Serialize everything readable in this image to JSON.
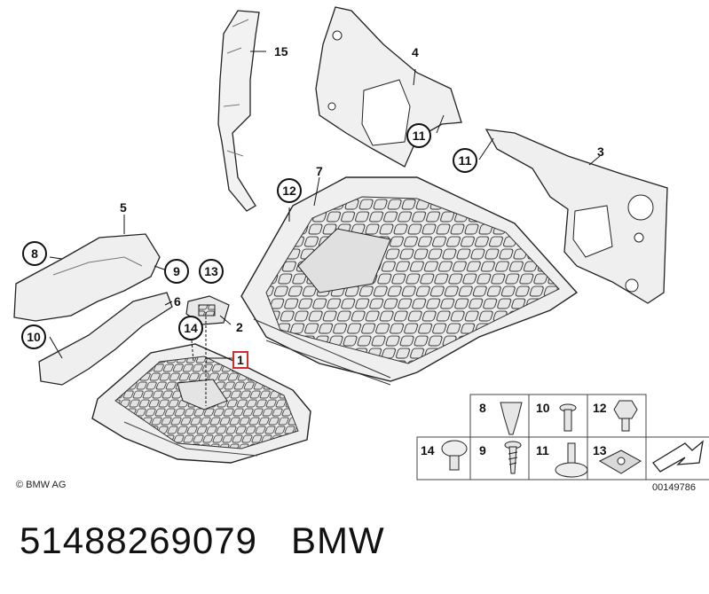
{
  "copyright": "© BMW AG",
  "drawing_number": "00149786",
  "footer": {
    "part_number": "51488269079",
    "brand": "BMW"
  },
  "callouts": {
    "c1": "1",
    "c2": "2",
    "c3": "3",
    "c4": "4",
    "c5": "5",
    "c6": "6",
    "c7": "7",
    "c8": "8",
    "c9": "9",
    "c10": "10",
    "c11a": "11",
    "c11b": "11",
    "c12": "12",
    "c13": "13",
    "c14": "14",
    "c15": "15"
  },
  "fasteners": {
    "f8": "8",
    "f10": "10",
    "f12": "12",
    "f14": "14",
    "f9": "9",
    "f11": "11",
    "f13": "13"
  },
  "highlight_color": "#d22b2b"
}
